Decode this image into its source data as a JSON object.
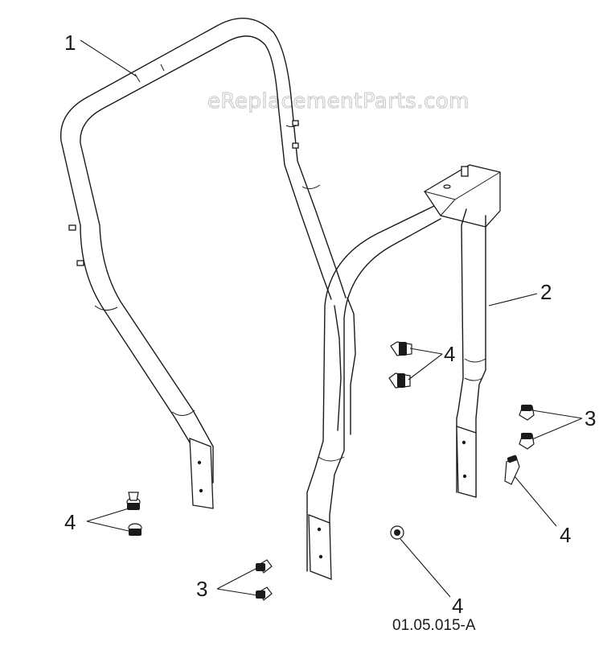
{
  "watermark": "eReplacementParts.com",
  "reference_code": "01.05.015-A",
  "callouts": {
    "part_1": "1",
    "part_2": "2",
    "part_3_right": "3",
    "part_3_bottom": "3",
    "part_4_center": "4",
    "part_4_left": "4",
    "part_4_right": "4",
    "part_4_bottom": "4"
  }
}
